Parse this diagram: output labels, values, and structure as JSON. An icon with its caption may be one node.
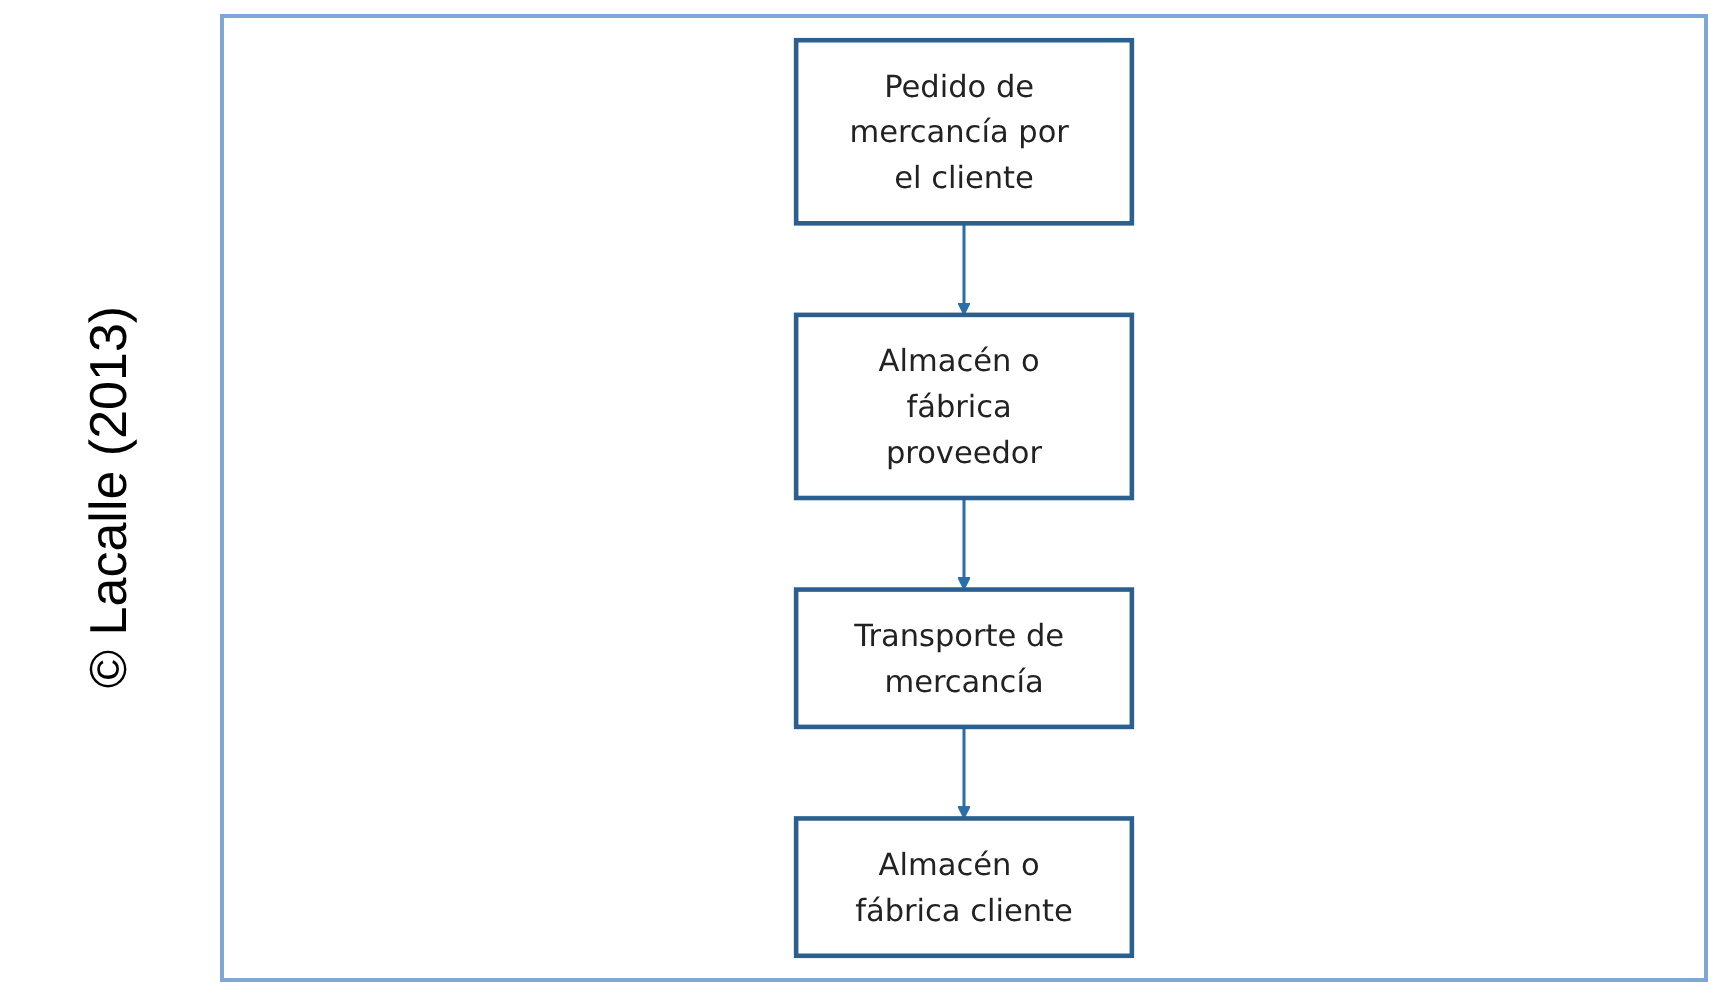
{
  "diagram": {
    "nodes": [
      {
        "text": [
          "Pedido de mercancía por el cliente"
        ]
      },
      {
        "text": [
          "Almacén o fábrica cliente"
        ]
      },
      {
        "text": [
          "Almacén o fábrica proveedor"
        ]
      },
      {
        "text": [
          "Transporte de mercancía"
        ]
      }
    ],
    "edges": [
      {
        "from": 0,
        "to": 2,
        "arrow": "to"
      },
      {
        "from": 2,
        "to": 3,
        "arrow": "to"
      },
      {
        "from": 3,
        "to": 1,
        "arrow": "to"
      }
    ],
    "labels": [
      "© Lacalle (2013)"
    ]
  }
}
